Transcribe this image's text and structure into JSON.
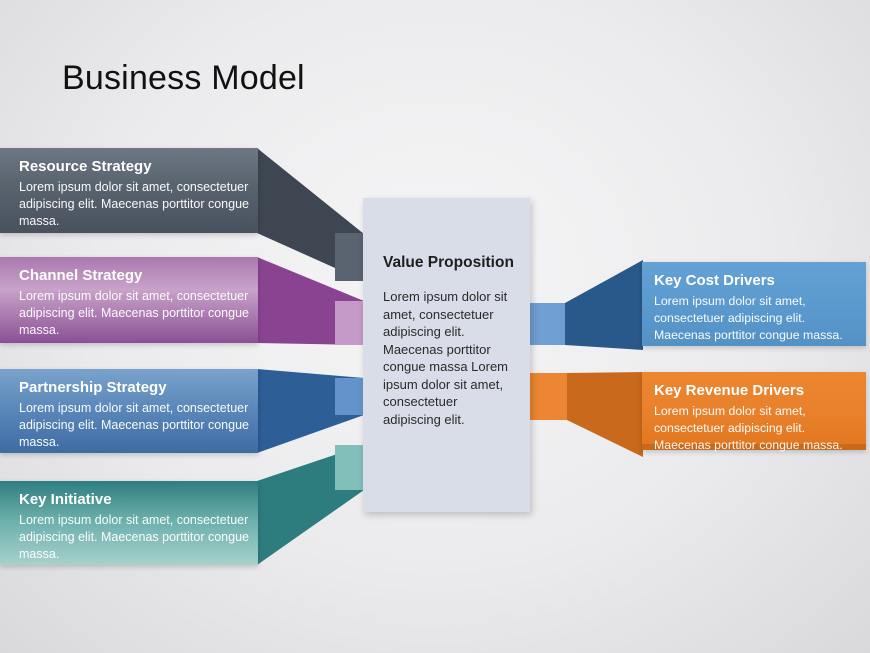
{
  "slide": {
    "title": "Business Model"
  },
  "left_boxes": [
    {
      "id": "resource-strategy",
      "title": "Resource Strategy",
      "body": "Lorem ipsum dolor sit amet, consectetuer adipiscing elit. Maecenas porttitor congue massa.",
      "color_top": "#6e7884",
      "color_bottom": "#48515d",
      "connector_color": "#3e4651",
      "connector_end_color": "#5a6470"
    },
    {
      "id": "channel-strategy",
      "title": "Channel Strategy",
      "body": "Lorem ipsum dolor sit amet, consectetuer adipiscing elit. Maecenas porttitor congue massa.",
      "color_top": "#aa79ae",
      "color_bottom": "#8b5095",
      "connector_color": "#8a4391",
      "connector_end_color": "#c69ac8"
    },
    {
      "id": "partnership-strategy",
      "title": "Partnership Strategy",
      "body": "Lorem ipsum dolor sit amet, consectetuer adipiscing elit. Maecenas porttitor congue massa.",
      "color_top": "#7aa2cc",
      "color_bottom": "#3e6ca3",
      "connector_color": "#2d5e96",
      "connector_end_color": "#6393ca"
    },
    {
      "id": "key-initiative",
      "title": "Key Initiative",
      "body": "Lorem ipsum dolor sit amet, consectetuer adipiscing elit. Maecenas porttitor congue massa.",
      "color_top": "#2e7e7f",
      "color_bottom": "#a7d1cc",
      "connector_color": "#2d7d7e",
      "connector_end_color": "#82bfba"
    }
  ],
  "center_box": {
    "title": "Value Proposition",
    "body": "Lorem ipsum dolor sit amet, consectetuer adipiscing elit. Maecenas porttitor congue massa Lorem ipsum dolor sit amet, consectetuer adipiscing elit.",
    "color": "#d8dde7"
  },
  "right_boxes": [
    {
      "id": "key-cost-drivers",
      "title": "Key Cost Drivers",
      "body": "Lorem ipsum dolor sit amet, consectetuer adipiscing elit. Maecenas porttitor congue massa.",
      "color": "#5b9ace",
      "connector_color": "#29588a",
      "connector_end_color": "#6f9ed2"
    },
    {
      "id": "key-revenue-drivers",
      "title": "Key Revenue Drivers",
      "body": "Lorem ipsum dolor sit amet, consectetuer adipiscing elit. Maecenas porttitor congue massa.",
      "color": "#e8802c",
      "connector_color": "#c9691b",
      "connector_end_color": "#ec8632"
    }
  ]
}
